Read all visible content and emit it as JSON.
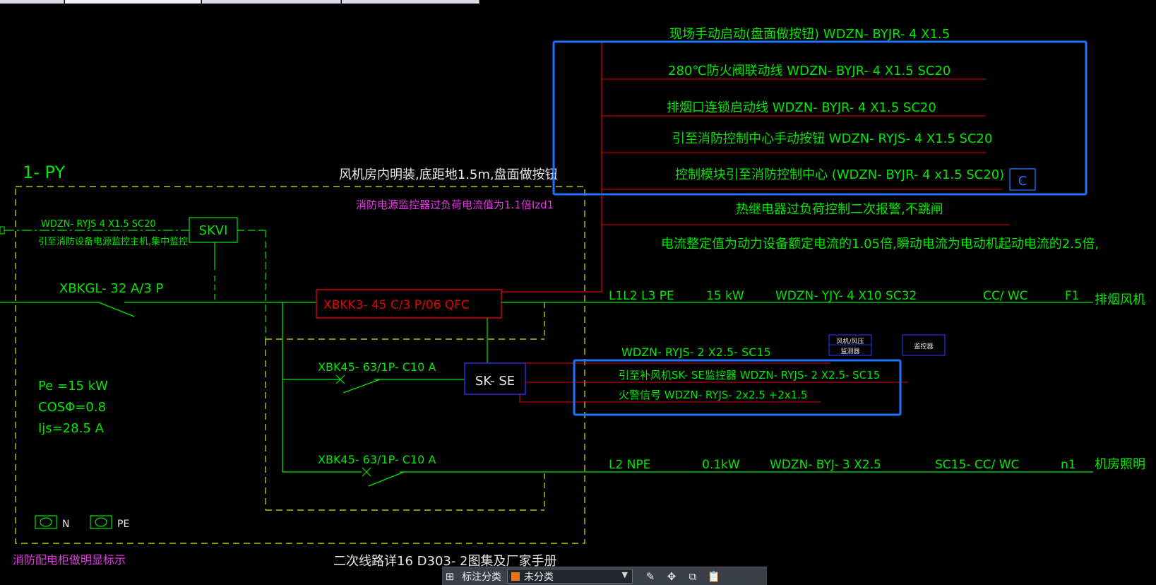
{
  "colors": {
    "background": "#000000",
    "green": "#00e600",
    "yellow": "#e6e600",
    "red": "#e60000",
    "blue": "#1e73ff",
    "navy": "#2a2acc",
    "magenta": "#e633e6",
    "white": "#e8e8e8"
  },
  "panel": {
    "id": "1- PY",
    "install_note": "风机房内明装,底距地1.5m,盘面做按钮",
    "overload_note": "消防电源监控器过负荷电流值为1.1倍Izd1",
    "pe": "Pe =15 kW",
    "cos": "COSΦ=0.8",
    "ijs": "Ijs=28.5 A",
    "n_label": "N",
    "pe_label": "PE",
    "footer_note": "消防配电柜做明显标示",
    "secondary_note": "二次线路详16 D303- 2图集及厂家手册"
  },
  "monitor_line": {
    "cable": "WDZN- RYJS 4 X1.5 SC20",
    "desc": "引至消防设备电源监控主机,集中监控",
    "device": "SKVI"
  },
  "main_switch": {
    "model": "XBKGL- 32 A/3 P"
  },
  "contactor": {
    "model": "XBKK3- 45 C/3 P/06 QFC"
  },
  "control_lines": [
    "现场手动启动(盘面做按钮)   WDZN- BYJR- 4 X1.5",
    "280℃防火阀联动线    WDZN- BYJR- 4 X1.5  SC20",
    "排烟口连锁启动线    WDZN- BYJR- 4 X1.5  SC20",
    "引至消防控制中心手动按钮   WDZN- RYJS- 4 X1.5  SC20",
    "控制模块引至消防控制中心 (WDZN- BYJR- 4 x1.5   SC20)"
  ],
  "c_marker": "C",
  "thermal_note": "热继电器过负荷控制二次报警,不跳闸",
  "current_note": "电流整定值为动力设备额定电流的1.05倍,瞬动电流为电动机起动电流的2.5倍,",
  "feeder_f1": {
    "phase": "L1L2 L3 PE",
    "power": "15 kW",
    "cable": "WDZN- YJY- 4 X10   SC32",
    "lay": "CC/ WC",
    "circuit": "F1",
    "load": "排烟风机"
  },
  "branch1": {
    "breaker": "XBK45- 63/1P- C10 A"
  },
  "sk_se": {
    "device": "SK- SE",
    "cable_top": "WDZN- RYJS- 2 X2.5- SC15",
    "line1": "引至补风机SK- SE监控器 WDZN- RYJS- 2 X2.5- SC15",
    "line2": "火警信号  WDZN- RYJS- 2x2.5 +2x1.5",
    "box1_line1": "风机/风压",
    "box1_line2": "监测器",
    "box2": "监控器"
  },
  "branch2": {
    "breaker": "XBK45- 63/1P- C10 A",
    "phase": "L2 NPE",
    "power": "0.1kW",
    "cable": "WDZN- BYJ- 3 X2.5",
    "lay": "SC15- CC/ WC",
    "circuit": "n1",
    "load": "机房照明"
  },
  "toolbar": {
    "grid_icon": "grid-icon",
    "label": "标注分类",
    "category_value": "未分类",
    "category_color": "#e8741e",
    "tools": [
      "edit-icon",
      "move-icon",
      "copy-icon",
      "paste-icon"
    ]
  }
}
